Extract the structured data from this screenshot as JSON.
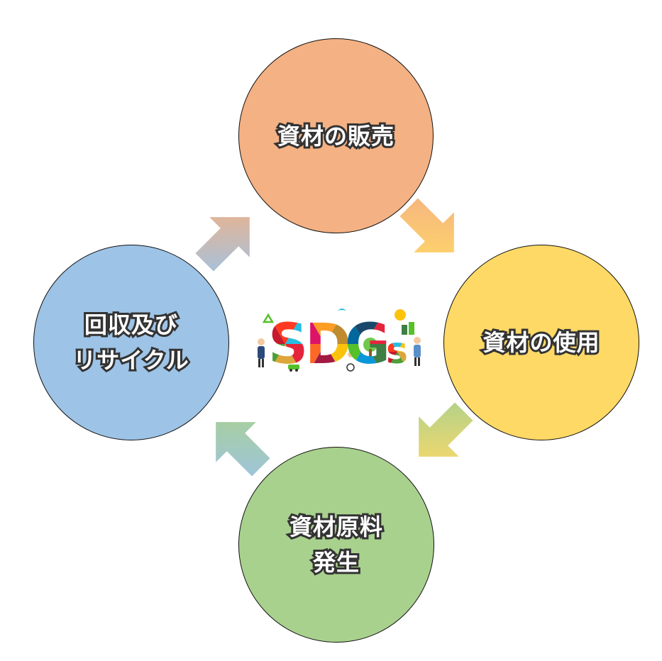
{
  "nodes": {
    "top": {
      "lines": [
        "資材の販売"
      ],
      "color": "#F4B183"
    },
    "right": {
      "lines": [
        "資材の使用"
      ],
      "color": "#FFD966"
    },
    "bottom": {
      "lines": [
        "資材原料",
        "発生"
      ],
      "color": "#A9D18E"
    },
    "left": {
      "lines": [
        "回収及び",
        "リサイクル"
      ],
      "color": "#9DC3E6"
    }
  },
  "logo": {
    "letters": [
      "S",
      "D",
      "G",
      "s"
    ],
    "colors": [
      "#E5243B",
      "#DDA63A",
      "#4C9F38",
      "#C5192D",
      "#FF3A21",
      "#26BDE2",
      "#FCC30B",
      "#A21942",
      "#FD6925",
      "#DD1367",
      "#FD9D24",
      "#BF8B2E",
      "#3F7E44",
      "#0A97D9",
      "#56C02B",
      "#00689D",
      "#19486A"
    ]
  },
  "arrows": {
    "top_to_right": {
      "from": "#F4B183",
      "to": "#FFD966"
    },
    "right_to_bottom": {
      "from": "#FFD966",
      "to": "#A9D18E"
    },
    "bottom_to_left": {
      "from": "#A9D18E",
      "to": "#9DC3E6"
    },
    "left_to_top": {
      "from": "#9DC3E6",
      "to": "#F4B183"
    }
  }
}
